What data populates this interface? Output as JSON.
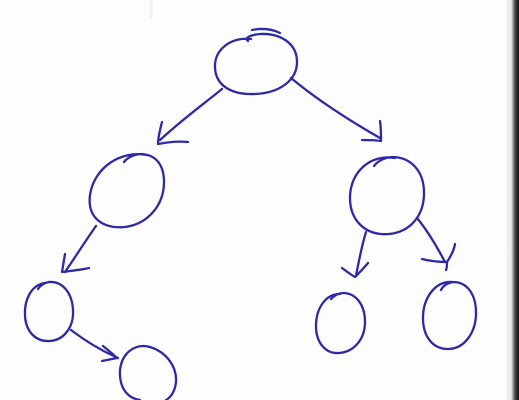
{
  "diagram": {
    "kind": "hand-drawn binary tree",
    "ink_color": "#2e2aa6",
    "paper_color": "#fdfdfd",
    "nodes": [
      {
        "id": "root",
        "label": ""
      },
      {
        "id": "left-child",
        "label": ""
      },
      {
        "id": "right-child",
        "label": ""
      },
      {
        "id": "left-left",
        "label": ""
      },
      {
        "id": "left-left-right",
        "label": ""
      },
      {
        "id": "right-left",
        "label": ""
      },
      {
        "id": "right-right",
        "label": ""
      }
    ],
    "edges": [
      {
        "from": "root",
        "to": "left-child"
      },
      {
        "from": "root",
        "to": "right-child"
      },
      {
        "from": "left-child",
        "to": "left-left"
      },
      {
        "from": "left-left",
        "to": "left-left-right"
      },
      {
        "from": "right-child",
        "to": "right-left"
      },
      {
        "from": "right-child",
        "to": "right-right"
      }
    ]
  }
}
